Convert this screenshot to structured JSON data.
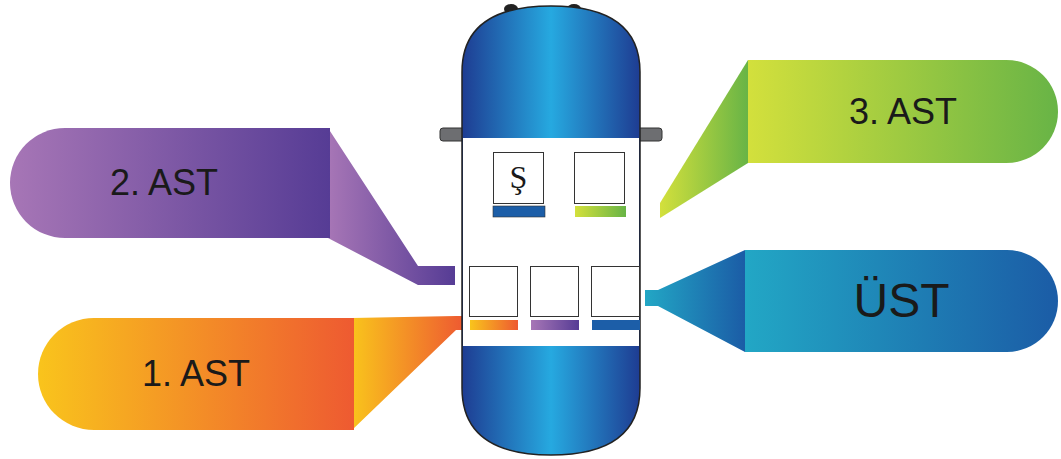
{
  "diagram": {
    "nodes": [
      {
        "text": [
          "3. AST"
        ]
      },
      {
        "text": [
          "2. AST"
        ]
      },
      {
        "text": [
          "Ş"
        ]
      },
      {
        "text": [
          "ÜST"
        ]
      },
      {
        "text": [
          "1. AST"
        ]
      }
    ]
  }
}
